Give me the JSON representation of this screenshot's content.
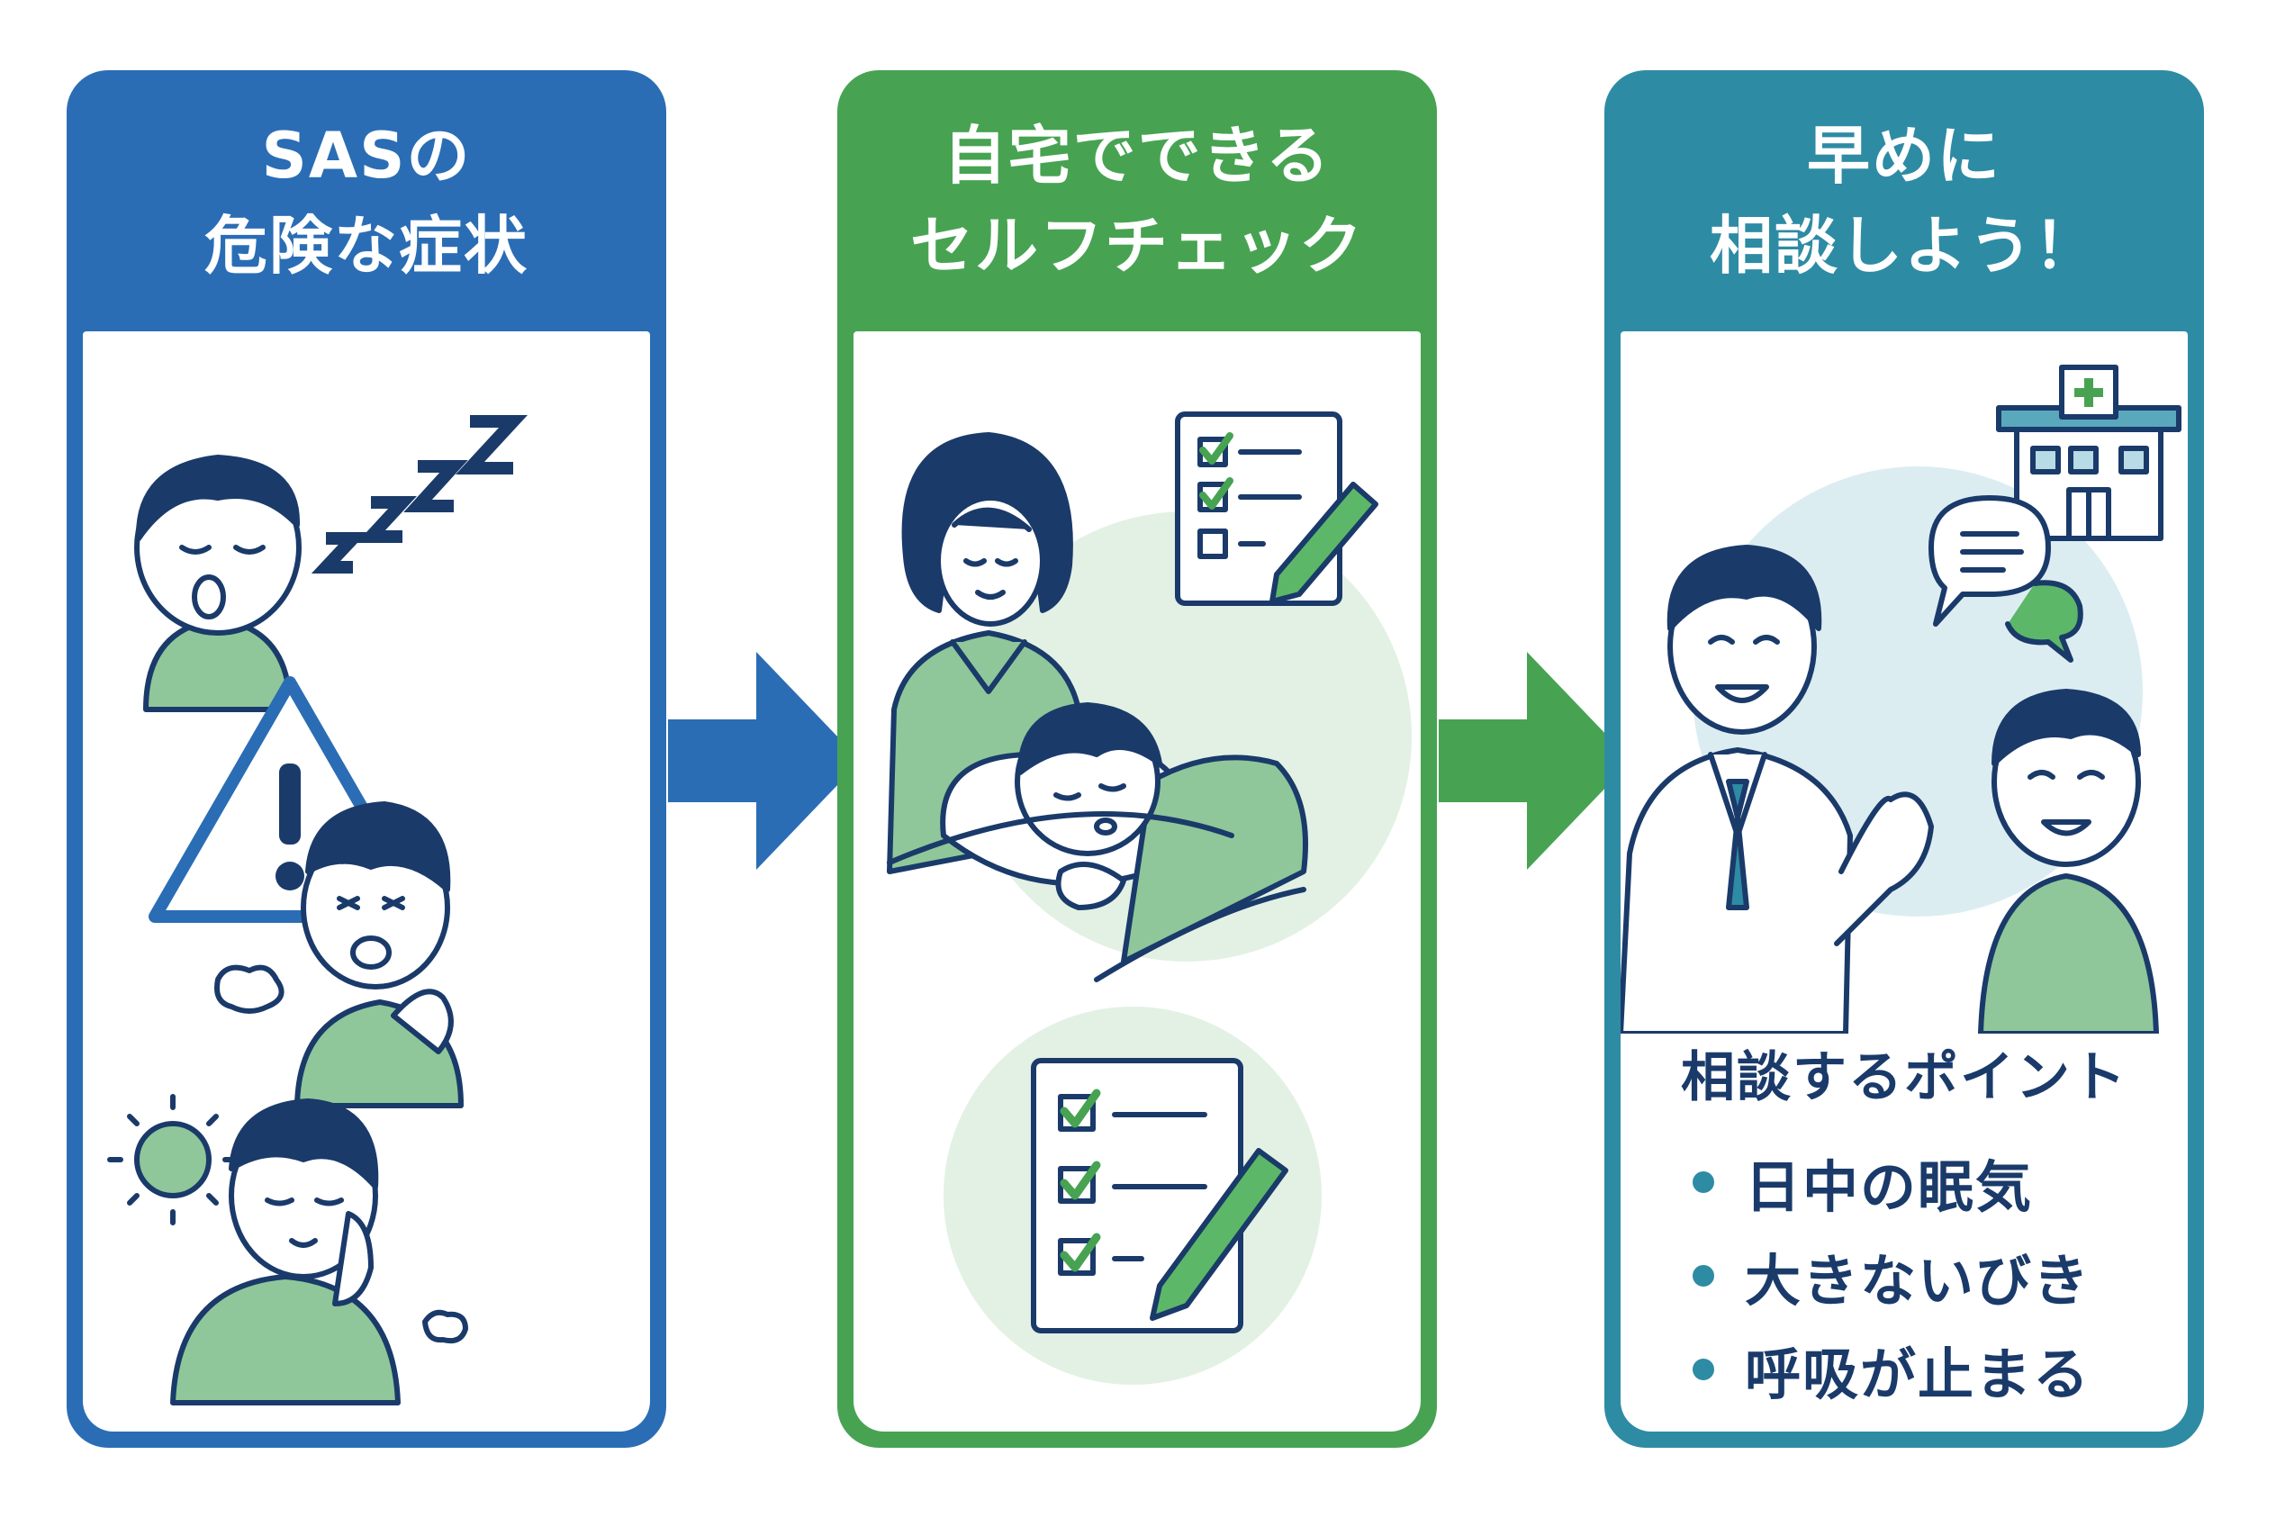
{
  "panels": [
    {
      "title_line1": "SASの",
      "title_line2": "危険な症状",
      "color": "#2a6db5"
    },
    {
      "title_line1": "自宅でできる",
      "title_line2": "セルフチェック",
      "color": "#47a352"
    },
    {
      "title_line1": "早めに",
      "title_line2": "相談しよう！",
      "color": "#2e8ba4"
    }
  ],
  "consult": {
    "title": "相談するポイント",
    "points": [
      "日中の眠気",
      "大きないびき",
      "呼吸が止まる"
    ]
  },
  "icons": [
    "zzz-icon",
    "warning-icon",
    "sun-icon",
    "checklist-icon",
    "pencil-icon",
    "hospital-icon",
    "speech-bubble-icon",
    "arrow-right-icon"
  ]
}
